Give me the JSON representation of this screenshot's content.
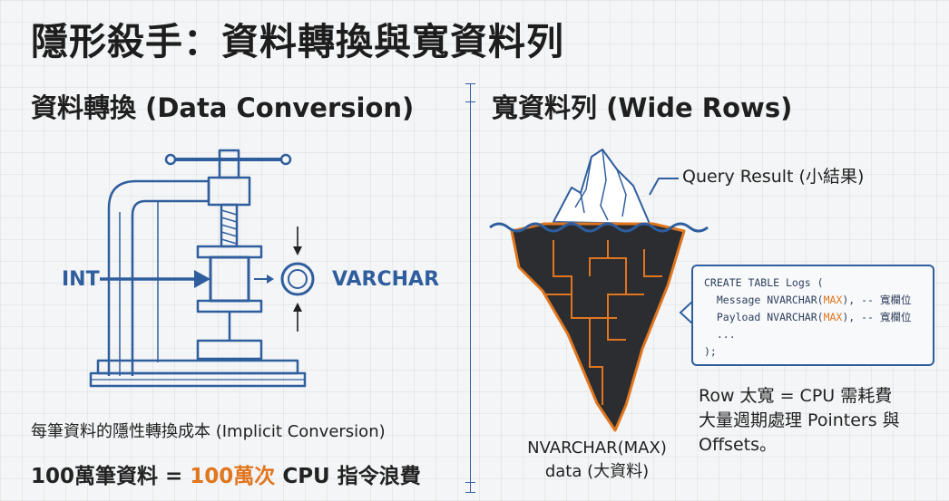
{
  "title": "隱形殺手：資料轉換與寬資料列",
  "left": {
    "heading": "資料轉換 (Data Conversion)",
    "input_label": "INT",
    "output_label": "VARCHAR",
    "caption": "每筆資料的隱性轉換成本 (Implicit Conversion)",
    "waste": {
      "part1": "100萬筆資料 = ",
      "part2": "100萬次",
      "part3": " CPU 指令浪費"
    }
  },
  "right": {
    "heading": "寬資料列 (Wide Rows)",
    "query_result": "Query Result (小結果)",
    "iceberg_caption_line1": "NVARCHAR(MAX)",
    "iceberg_caption_line2": "data (大資料)",
    "code": {
      "line1": "CREATE TABLE Logs (",
      "line2a": "  Message NVARCHAR(",
      "line2b": "MAX",
      "line2c": "), -- 寬欄位",
      "line3a": "  Payload NVARCHAR(",
      "line3b": "MAX",
      "line3c": "), -- 寬欄位",
      "line4": "  ...",
      "line5": ");"
    },
    "note_line1": "Row 太寬 = CPU 需耗費",
    "note_line2": "大量週期處理 Pointers 與",
    "note_line3": "Offsets。"
  },
  "colors": {
    "accent_blue": "#2f5e9e",
    "accent_orange": "#e0761f",
    "iceberg_dark": "#2b2d31"
  }
}
